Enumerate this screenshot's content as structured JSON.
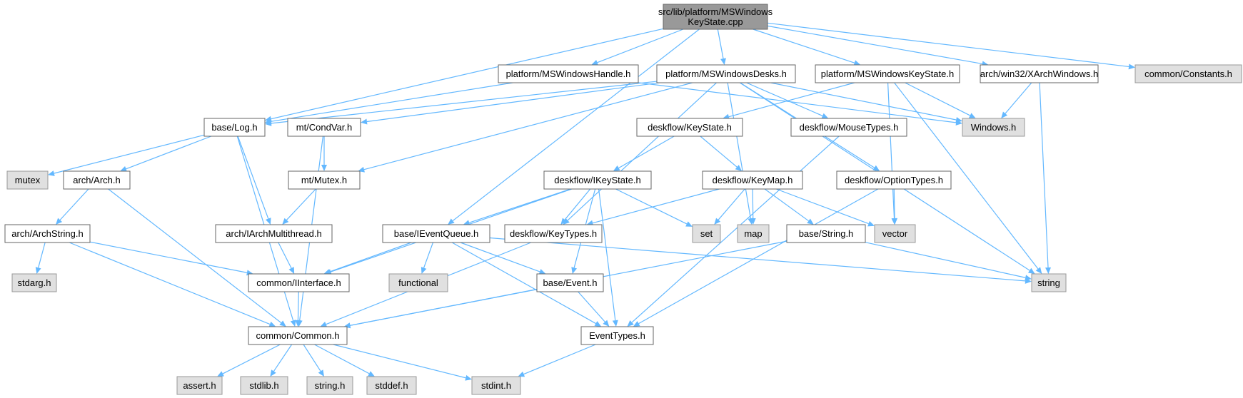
{
  "nodes": [
    {
      "id": "main",
      "kind": "main",
      "lines": [
        "src/lib/platform/MSWindows",
        "KeyState.cpp"
      ]
    },
    {
      "id": "winHandle",
      "kind": "local",
      "lines": [
        "platform/MSWindowsHandle.h"
      ]
    },
    {
      "id": "winDesks",
      "kind": "local",
      "lines": [
        "platform/MSWindowsDesks.h"
      ]
    },
    {
      "id": "winKeyState",
      "kind": "local",
      "lines": [
        "platform/MSWindowsKeyState.h"
      ]
    },
    {
      "id": "xarch",
      "kind": "local",
      "lines": [
        "arch/win32/XArchWindows.h"
      ]
    },
    {
      "id": "constants",
      "kind": "system",
      "lines": [
        "common/Constants.h"
      ]
    },
    {
      "id": "log",
      "kind": "local",
      "lines": [
        "base/Log.h"
      ]
    },
    {
      "id": "condvar",
      "kind": "local",
      "lines": [
        "mt/CondVar.h"
      ]
    },
    {
      "id": "windows",
      "kind": "system",
      "lines": [
        "Windows.h"
      ]
    },
    {
      "id": "keyState",
      "kind": "local",
      "lines": [
        "deskflow/KeyState.h"
      ]
    },
    {
      "id": "mouseTypes",
      "kind": "local",
      "lines": [
        "deskflow/MouseTypes.h"
      ]
    },
    {
      "id": "mutex",
      "kind": "system",
      "lines": [
        "mutex"
      ]
    },
    {
      "id": "arch",
      "kind": "local",
      "lines": [
        "arch/Arch.h"
      ]
    },
    {
      "id": "mtMutex",
      "kind": "local",
      "lines": [
        "mt/Mutex.h"
      ]
    },
    {
      "id": "iKeyState",
      "kind": "local",
      "lines": [
        "deskflow/IKeyState.h"
      ]
    },
    {
      "id": "keyMap",
      "kind": "local",
      "lines": [
        "deskflow/KeyMap.h"
      ]
    },
    {
      "id": "optionTypes",
      "kind": "local",
      "lines": [
        "deskflow/OptionTypes.h"
      ]
    },
    {
      "id": "archString",
      "kind": "local",
      "lines": [
        "arch/ArchString.h"
      ]
    },
    {
      "id": "iArchMT",
      "kind": "local",
      "lines": [
        "arch/IArchMultithread.h"
      ]
    },
    {
      "id": "iEventQueue",
      "kind": "local",
      "lines": [
        "base/IEventQueue.h"
      ]
    },
    {
      "id": "keyTypes",
      "kind": "local",
      "lines": [
        "deskflow/KeyTypes.h"
      ]
    },
    {
      "id": "set",
      "kind": "system",
      "lines": [
        "set"
      ]
    },
    {
      "id": "map",
      "kind": "system",
      "lines": [
        "map"
      ]
    },
    {
      "id": "baseString",
      "kind": "local",
      "lines": [
        "base/String.h"
      ]
    },
    {
      "id": "vector",
      "kind": "system",
      "lines": [
        "vector"
      ]
    },
    {
      "id": "stdarg",
      "kind": "system",
      "lines": [
        "stdarg.h"
      ]
    },
    {
      "id": "iInterface",
      "kind": "local",
      "lines": [
        "common/IInterface.h"
      ]
    },
    {
      "id": "functional",
      "kind": "system",
      "lines": [
        "functional"
      ]
    },
    {
      "id": "baseEvent",
      "kind": "local",
      "lines": [
        "base/Event.h"
      ]
    },
    {
      "id": "string",
      "kind": "system",
      "lines": [
        "string"
      ]
    },
    {
      "id": "common",
      "kind": "local",
      "lines": [
        "common/Common.h"
      ]
    },
    {
      "id": "eventTypes",
      "kind": "local",
      "lines": [
        "EventTypes.h"
      ]
    },
    {
      "id": "assert",
      "kind": "system",
      "lines": [
        "assert.h"
      ]
    },
    {
      "id": "stdlib",
      "kind": "system",
      "lines": [
        "stdlib.h"
      ]
    },
    {
      "id": "stringh",
      "kind": "system",
      "lines": [
        "string.h"
      ]
    },
    {
      "id": "stddef",
      "kind": "system",
      "lines": [
        "stddef.h"
      ]
    },
    {
      "id": "stdint",
      "kind": "system",
      "lines": [
        "stdint.h"
      ]
    }
  ],
  "edges": [
    [
      "main",
      "winHandle"
    ],
    [
      "main",
      "winDesks"
    ],
    [
      "main",
      "winKeyState"
    ],
    [
      "main",
      "xarch"
    ],
    [
      "main",
      "constants"
    ],
    [
      "main",
      "log"
    ],
    [
      "main",
      "iEventQueue"
    ],
    [
      "winHandle",
      "log"
    ],
    [
      "winHandle",
      "windows"
    ],
    [
      "winDesks",
      "log"
    ],
    [
      "winDesks",
      "condvar"
    ],
    [
      "winDesks",
      "mtMutex"
    ],
    [
      "winDesks",
      "windows"
    ],
    [
      "winDesks",
      "mouseTypes"
    ],
    [
      "winDesks",
      "optionTypes"
    ],
    [
      "winDesks",
      "keyTypes"
    ],
    [
      "winDesks",
      "map"
    ],
    [
      "winDesks",
      "string"
    ],
    [
      "winKeyState",
      "keyState"
    ],
    [
      "winKeyState",
      "windows"
    ],
    [
      "winKeyState",
      "vector"
    ],
    [
      "winKeyState",
      "string"
    ],
    [
      "xarch",
      "windows"
    ],
    [
      "xarch",
      "string"
    ],
    [
      "log",
      "mutex"
    ],
    [
      "log",
      "arch"
    ],
    [
      "log",
      "iArchMT"
    ],
    [
      "log",
      "common"
    ],
    [
      "condvar",
      "mtMutex"
    ],
    [
      "condvar",
      "common"
    ],
    [
      "keyState",
      "iKeyState"
    ],
    [
      "keyState",
      "keyMap"
    ],
    [
      "mouseTypes",
      "eventTypes"
    ],
    [
      "arch",
      "archString"
    ],
    [
      "arch",
      "common"
    ],
    [
      "mtMutex",
      "iArchMT"
    ],
    [
      "iKeyState",
      "iEventQueue"
    ],
    [
      "iKeyState",
      "keyTypes"
    ],
    [
      "iKeyState",
      "set"
    ],
    [
      "iKeyState",
      "iInterface"
    ],
    [
      "iKeyState",
      "baseEvent"
    ],
    [
      "iKeyState",
      "eventTypes"
    ],
    [
      "keyMap",
      "keyTypes"
    ],
    [
      "keyMap",
      "set"
    ],
    [
      "keyMap",
      "map"
    ],
    [
      "keyMap",
      "vector"
    ],
    [
      "keyMap",
      "baseString"
    ],
    [
      "optionTypes",
      "vector"
    ],
    [
      "optionTypes",
      "eventTypes"
    ],
    [
      "archString",
      "stdarg"
    ],
    [
      "archString",
      "iInterface"
    ],
    [
      "archString",
      "common"
    ],
    [
      "iArchMT",
      "iInterface"
    ],
    [
      "iEventQueue",
      "iInterface"
    ],
    [
      "iEventQueue",
      "functional"
    ],
    [
      "iEventQueue",
      "baseEvent"
    ],
    [
      "iEventQueue",
      "eventTypes"
    ],
    [
      "iEventQueue",
      "string"
    ],
    [
      "keyTypes",
      "common"
    ],
    [
      "baseString",
      "common"
    ],
    [
      "baseString",
      "string"
    ],
    [
      "iInterface",
      "common"
    ],
    [
      "baseEvent",
      "common"
    ],
    [
      "baseEvent",
      "eventTypes"
    ],
    [
      "common",
      "assert"
    ],
    [
      "common",
      "stdlib"
    ],
    [
      "common",
      "stringh"
    ],
    [
      "common",
      "stddef"
    ],
    [
      "common",
      "stdint"
    ],
    [
      "eventTypes",
      "stdint"
    ]
  ]
}
